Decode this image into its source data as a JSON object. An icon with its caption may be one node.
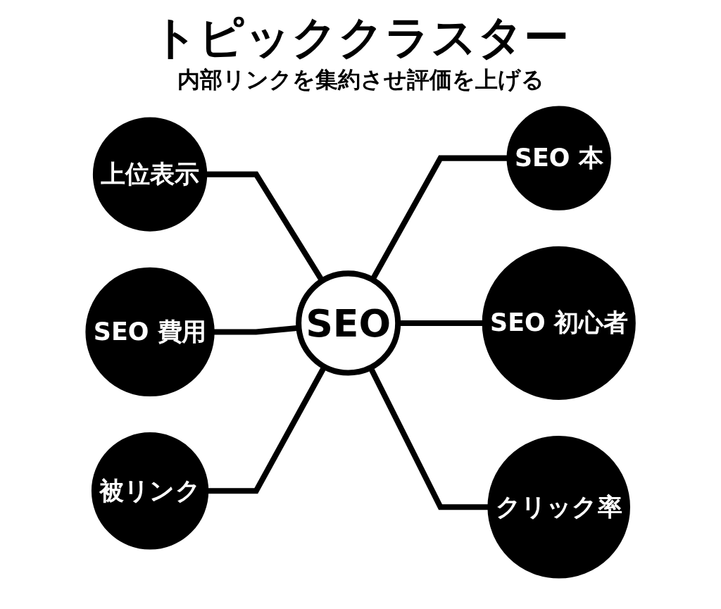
{
  "diagram": {
    "title": "トピッククラスター",
    "nodes": [
      {
        "text": [
          "SEO"
        ]
      },
      {
        "text": [
          "上位表示"
        ]
      },
      {
        "text": [
          "SEO 本"
        ]
      },
      {
        "text": [
          "SEO 費用"
        ]
      },
      {
        "text": [
          "SEO 初心者"
        ]
      },
      {
        "text": [
          "被リンク"
        ]
      },
      {
        "text": [
          "クリック率"
        ]
      }
    ],
    "edges": [
      {
        "from": 1,
        "to": 0,
        "arrow": "none"
      },
      {
        "from": 0,
        "to": 2,
        "arrow": "none"
      },
      {
        "from": 3,
        "to": 0,
        "arrow": "none"
      },
      {
        "from": 0,
        "to": 4,
        "arrow": "none"
      },
      {
        "from": 5,
        "to": 0,
        "arrow": "none"
      },
      {
        "from": 0,
        "to": 6,
        "arrow": "none"
      }
    ],
    "labels": [
      "内部リンクを集約させ評価を上げる"
    ]
  }
}
